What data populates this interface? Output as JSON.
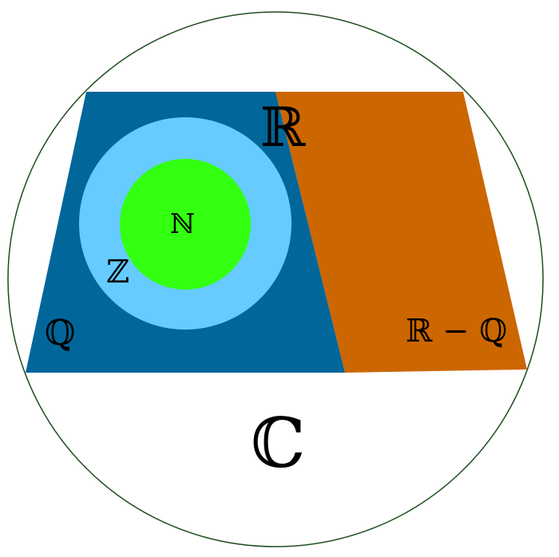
{
  "diagram": {
    "labels": {
      "complex": "ℂ",
      "reals": "ℝ",
      "irrationals": "ℝ − ℚ",
      "rationals": "ℚ",
      "integers": "ℤ",
      "naturals": "ℕ"
    },
    "colors": {
      "outer_circle_stroke": "#1f4d1f",
      "outer_circle_fill": "#ffffff",
      "rationals_fill": "#016699",
      "irrationals_fill": "#cc6600",
      "integers_fill": "#66ccff",
      "naturals_fill": "#33ff11",
      "label_color": "#000000"
    }
  }
}
